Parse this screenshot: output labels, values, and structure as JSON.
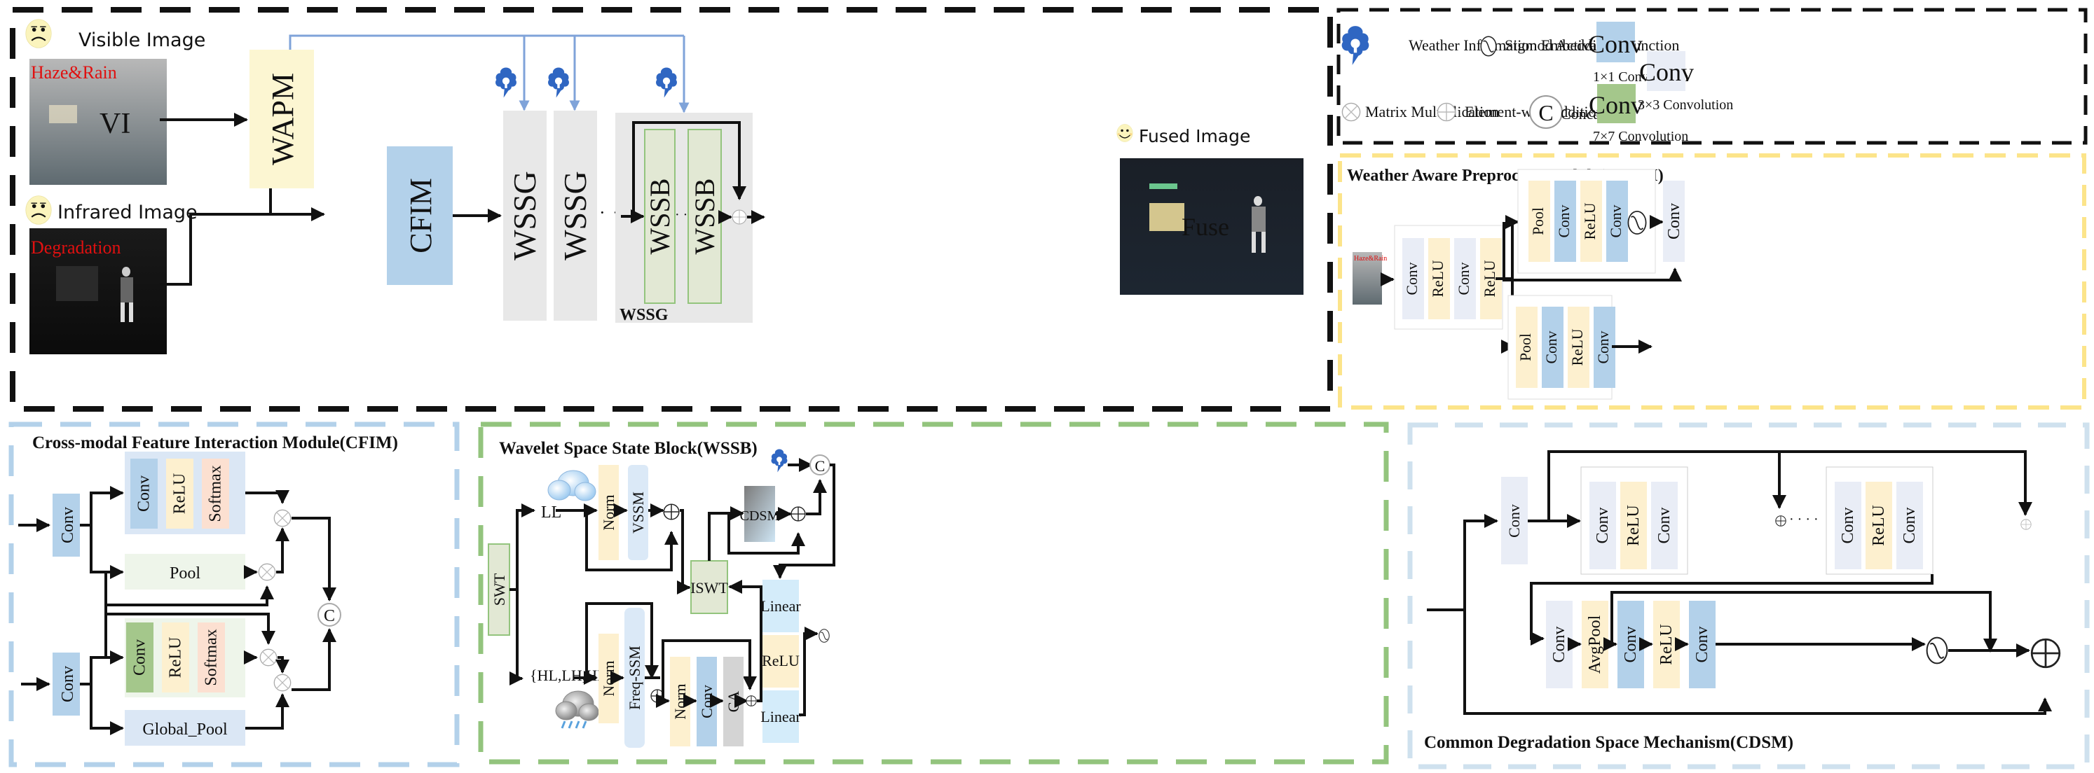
{
  "overview": {
    "visible_label": "Visible Image",
    "infrared_label": "Infrared Image",
    "fused_label": "Fused Image",
    "visible_tag": "Haze&Rain",
    "visible_overlay": "VI",
    "infrared_tag": "Degradation",
    "fused_overlay": "Fuse",
    "wapm": "WAPM",
    "cfim": "CFIM",
    "wssg1": "WSSG",
    "wssg2": "WSSG",
    "wssb1": "WSSB",
    "wssb2": "WSSB",
    "wssg_group": "WSSG",
    "dots": "· · · · · ·",
    "dots2": "· · · ·",
    "colors": {
      "wapm": "#fcf6d2",
      "cfim": "#b3d1ea",
      "wssg": "#e8e8e8",
      "wssb": "#e2e8d4",
      "wssb_border": "#93c47d",
      "weather_icon": "#2f66c2",
      "arrow_blue": "#7fa3d9"
    }
  },
  "legend": {
    "weather": "Weather Information Embedding",
    "sigmoid": "Sigmod Activation Function",
    "matmul": "Matrix Multiplication",
    "add": "Element-wise addition",
    "concat": "Concat",
    "concat_symbol": "C",
    "conv": "Conv",
    "conv1x1": "1×1 Convolution",
    "conv3x3": "3×3 Convolution",
    "conv7x7": "7×7 Convolution"
  },
  "wapm": {
    "title": "Weather Aware Preprocess Module(WAPM)",
    "input_tag": "Haze&Rain",
    "stem": [
      "Conv",
      "ReLU",
      "Conv",
      "ReLU"
    ],
    "top_branch": [
      "Pool",
      "Conv",
      "ReLU",
      "Conv"
    ],
    "out_conv": "Conv",
    "bottom_branch": [
      "Pool",
      "Conv",
      "ReLU",
      "Conv"
    ]
  },
  "cfim": {
    "title": "Cross-modal Feature Interaction Module(CFIM)",
    "conv_top": "Conv",
    "conv_bottom": "Conv",
    "top_group": [
      "Conv",
      "ReLU",
      "Softmax"
    ],
    "pool": "Pool",
    "bottom_group": [
      "Conv",
      "ReLU",
      "Softmax"
    ],
    "global_pool": "Global_Pool",
    "concat": "C"
  },
  "wssb": {
    "title": "Wavelet Space State Block(WSSB)",
    "swt": "SWT",
    "ll": "LL",
    "high": "{HL,LH,HH}",
    "norm1": "Norm",
    "vssm": "VSSM",
    "norm2": "Norm",
    "freq_ssm": "Freq-SSM",
    "norm3": "Norm",
    "conv": "Conv",
    "ca": "CA",
    "iswt": "ISWT",
    "cdsm": "CDSM",
    "concat": "C",
    "linear1": "Linear",
    "relu": "ReLU",
    "linear2": "Linear"
  },
  "cdsm": {
    "title": "Common Degradation Space Mechanism(CDSM)",
    "conv_in": "Conv",
    "block1": [
      "Conv",
      "ReLU",
      "Conv"
    ],
    "block2": [
      "Conv",
      "ReLU",
      "Conv"
    ],
    "dots": "· · · ·",
    "bottom": [
      "Conv",
      "AvgPool",
      "Conv",
      "ReLU",
      "Conv"
    ]
  }
}
